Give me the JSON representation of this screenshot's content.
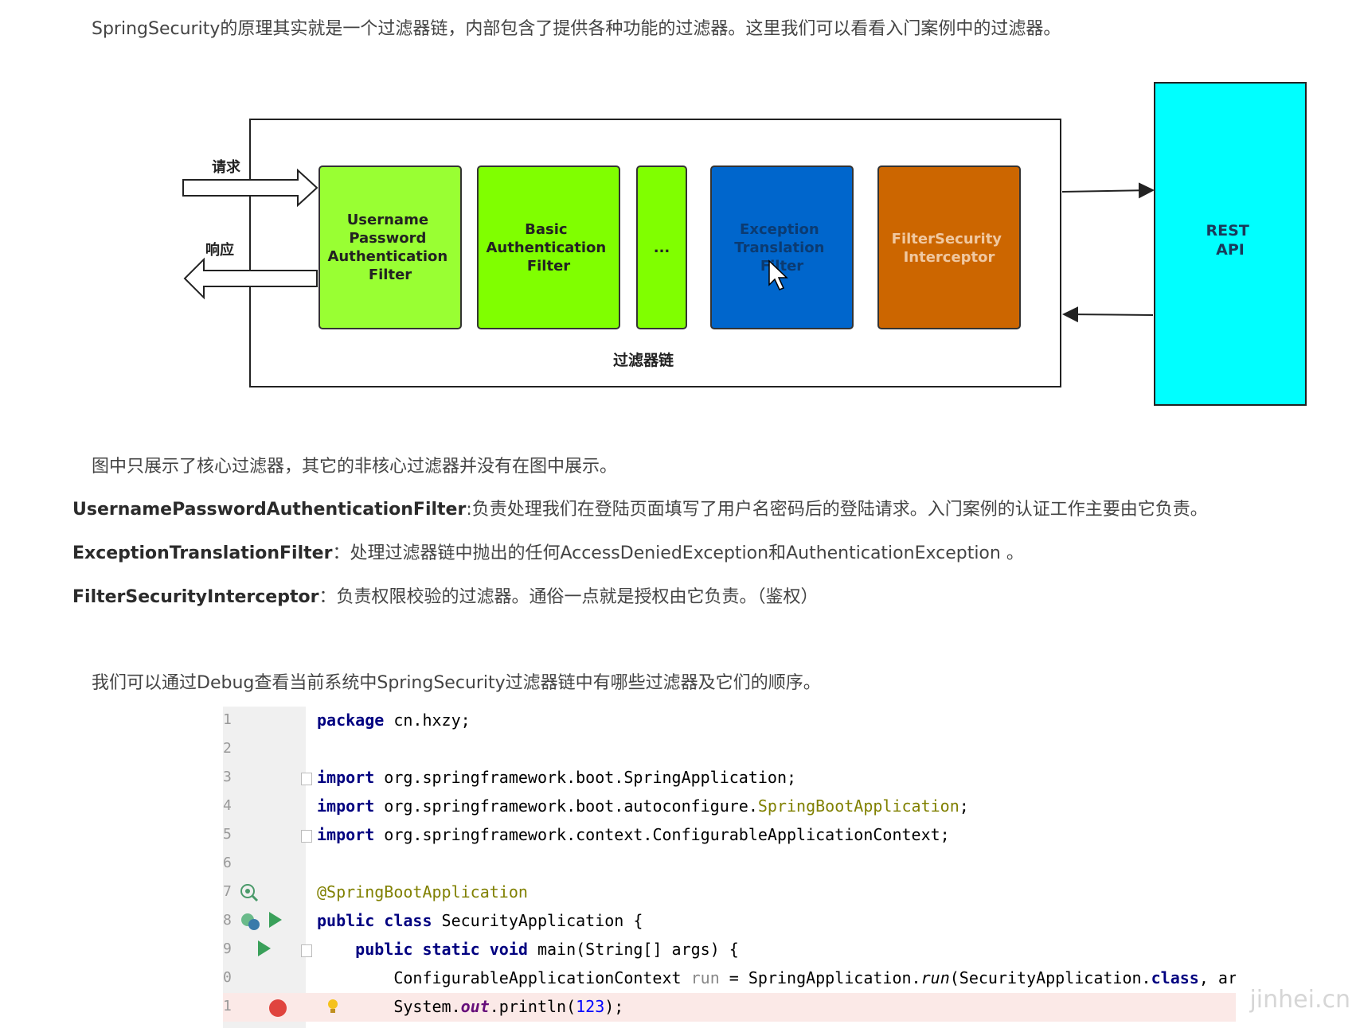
{
  "intro": "SpringSecurity的原理其实就是一个过滤器链，内部包含了提供各种功能的过滤器。这里我们可以看看入门案例中的过滤器。",
  "diagram": {
    "request_label": "请求",
    "response_label": "响应",
    "chain_label": "过滤器链",
    "filters": [
      {
        "lines": [
          "Username",
          "Password",
          "Authentication",
          "Filter"
        ],
        "color": "#99ff33"
      },
      {
        "lines": [
          "Basic",
          "Authentication",
          "Filter"
        ],
        "color": "#80ff00"
      },
      {
        "lines": [
          "..."
        ],
        "color": "#80ff00"
      },
      {
        "lines": [
          "Exception",
          "Translation",
          "Filter"
        ],
        "color": "#0066cc"
      },
      {
        "lines": [
          "FilterSecurity",
          "Interceptor"
        ],
        "color": "#cc6600"
      }
    ],
    "rest_api_lines": [
      "REST",
      "API"
    ],
    "rest_api_color": "#00ffff"
  },
  "note": "图中只展示了核心过滤器，其它的非核心过滤器并没有在图中展示。",
  "definitions": [
    {
      "term": "UsernamePasswordAuthenticationFilter",
      "sep": ":",
      "desc": "负责处理我们在登陆页面填写了用户名密码后的登陆请求。入门案例的认证工作主要由它负责。"
    },
    {
      "term": "ExceptionTranslationFilter",
      "sep": "：",
      "desc": "处理过滤器链中抛出的任何AccessDeniedException和AuthenticationException 。"
    },
    {
      "term": "FilterSecurityInterceptor",
      "sep": "：",
      "desc": "负责权限校验的过滤器。通俗一点就是授权由它负责。（鉴权）"
    }
  ],
  "debug_text": "我们可以通过Debug查看当前系统中SpringSecurity过滤器链中有哪些过滤器及它们的顺序。",
  "code": {
    "line_numbers": [
      "1",
      "2",
      "3",
      "4",
      "5",
      "6",
      "7",
      "8",
      "9",
      "0",
      "1"
    ],
    "tokens": {
      "package_kw": "package",
      "package_name": " cn.hxzy;",
      "import_kw": "import",
      "import1": " org.springframework.boot.SpringApplication;",
      "import2_pre": " org.springframework.boot.autoconfigure.",
      "import2_cls": "SpringBootApplication",
      "semicolon": ";",
      "import3": " org.springframework.context.ConfigurableApplicationContext;",
      "annotation": "@SpringBootApplication",
      "public_kw": "public",
      "class_kw": "class",
      "class_name": " SecurityApplication {",
      "static_kw": "static",
      "void_kw": "void",
      "main_sig": " main(String[] args) {",
      "ctx_decl": "ConfigurableApplicationContext ",
      "run_var": "run",
      "assign": " = SpringApplication.",
      "run_call": "run",
      "run_args_open": "(SecurityApplication.",
      "run_args_close": ", args);",
      "sys": "System.",
      "out": "out",
      "println": ".println(",
      "num": "123",
      "close": ");"
    }
  },
  "watermark": "jinhei.cn"
}
